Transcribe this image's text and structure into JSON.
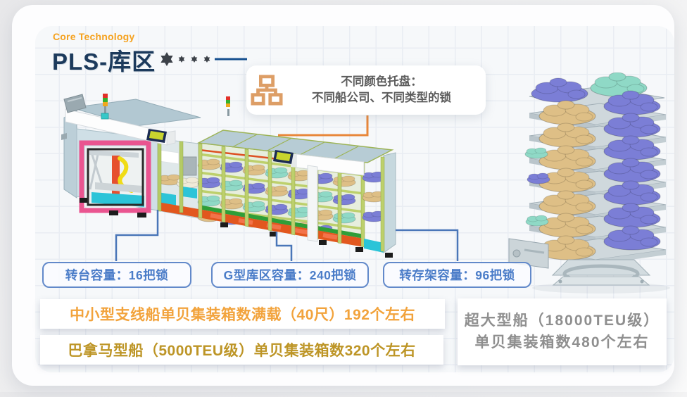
{
  "header": {
    "eyebrow": "Core Technology",
    "title": "PLS-库区"
  },
  "callout": {
    "line1": "不同颜色托盘：",
    "line2": "不同船公司、不同类型的锁"
  },
  "capacity_labels": [
    {
      "text": "转台容量：16把锁"
    },
    {
      "text": "G型库区容量：240把锁"
    },
    {
      "text": "转存架容量：96把锁"
    }
  ],
  "notes": [
    {
      "text": "中小型支线船单贝集装箱数满载（40尺）192个左右",
      "color": "#f2a33c"
    },
    {
      "text": "巴拿马型船（5000TEU级）单贝集装箱数320个左右",
      "color": "#bd9526"
    }
  ],
  "side_note": {
    "line1": "超大型船（18000TEU级）",
    "line2": "单贝集装箱数480个左右"
  },
  "colors": {
    "accent_orange": "#f5a21f",
    "title_navy": "#1c3a5c",
    "label_blue": "#4a7cc8",
    "label_border_blue": "#6289ca",
    "connector_blue": "#4a76b8",
    "connector_orange": "#e8873a",
    "note1_gold": "#f2a33c",
    "note2_gold": "#bd9526",
    "side_note_gray": "#8f8f8f",
    "pallet_purple": "#7b7ed6",
    "pallet_tan": "#debf86",
    "pallet_teal": "#8fd9c6"
  }
}
